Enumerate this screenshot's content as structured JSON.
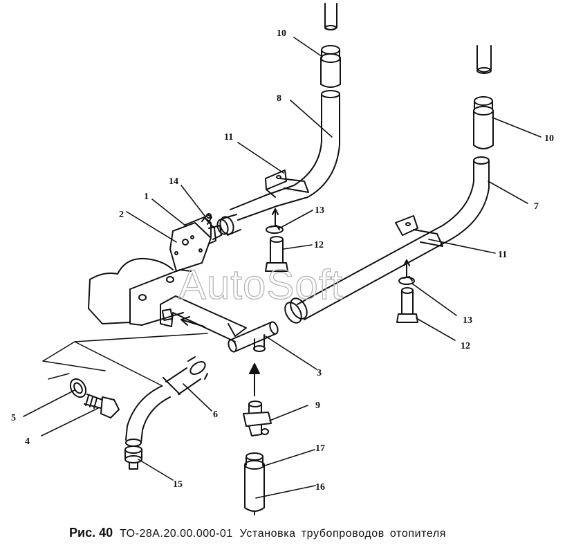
{
  "watermark": "AutoSoft",
  "caption": {
    "figure": "Рис. 40",
    "code": "ТО-28А.20.00.000-01",
    "title": "Установка трубопроводов отопителя"
  },
  "callouts": {
    "c1": "1",
    "c2": "2",
    "c3": "3",
    "c4": "4",
    "c5": "5",
    "c6": "6",
    "c7": "7",
    "c8": "8",
    "c9": "9",
    "c10a": "10",
    "c10b": "10",
    "c11a": "11",
    "c11b": "11",
    "c12a": "12",
    "c12b": "12",
    "c13a": "13",
    "c13b": "13",
    "c14": "14",
    "c15": "15",
    "c16": "16",
    "c17": "17"
  }
}
